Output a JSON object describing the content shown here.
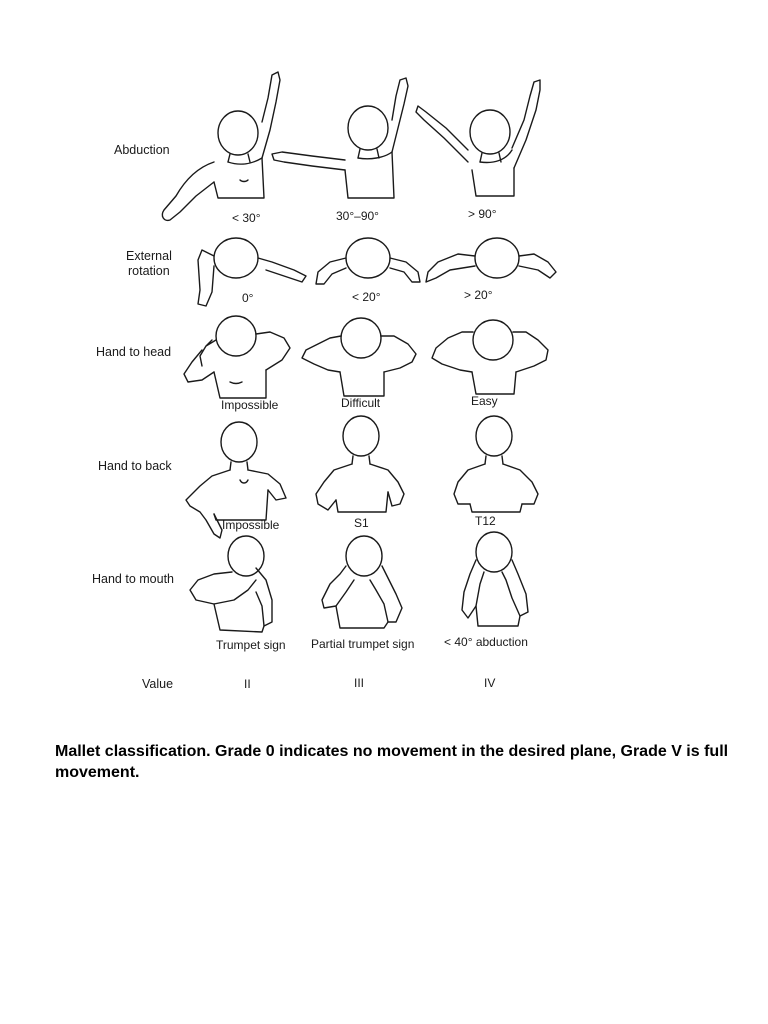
{
  "diagram": {
    "rows": [
      {
        "label": [
          "Abduction"
        ],
        "captions": [
          "< 30°",
          "30°–90°",
          "> 90°"
        ]
      },
      {
        "label": [
          "External",
          "rotation"
        ],
        "captions": [
          "0°",
          "< 20°",
          "> 20°"
        ]
      },
      {
        "label": [
          "Hand to head"
        ],
        "captions": [
          "Impossible",
          "Difficult",
          "Easy"
        ]
      },
      {
        "label": [
          "Hand to back"
        ],
        "captions": [
          "Impossible",
          "S1",
          "T12"
        ]
      },
      {
        "label": [
          "Hand to mouth"
        ],
        "captions": [
          "Trumpet sign",
          "Partial trumpet sign",
          "< 40° abduction"
        ]
      }
    ],
    "value_row": {
      "label": "Value",
      "values": [
        "II",
        "III",
        "IV"
      ]
    }
  },
  "caption": {
    "text": "Mallet classification. Grade 0 indicates no movement in the desired plane, Grade V is full movement."
  }
}
